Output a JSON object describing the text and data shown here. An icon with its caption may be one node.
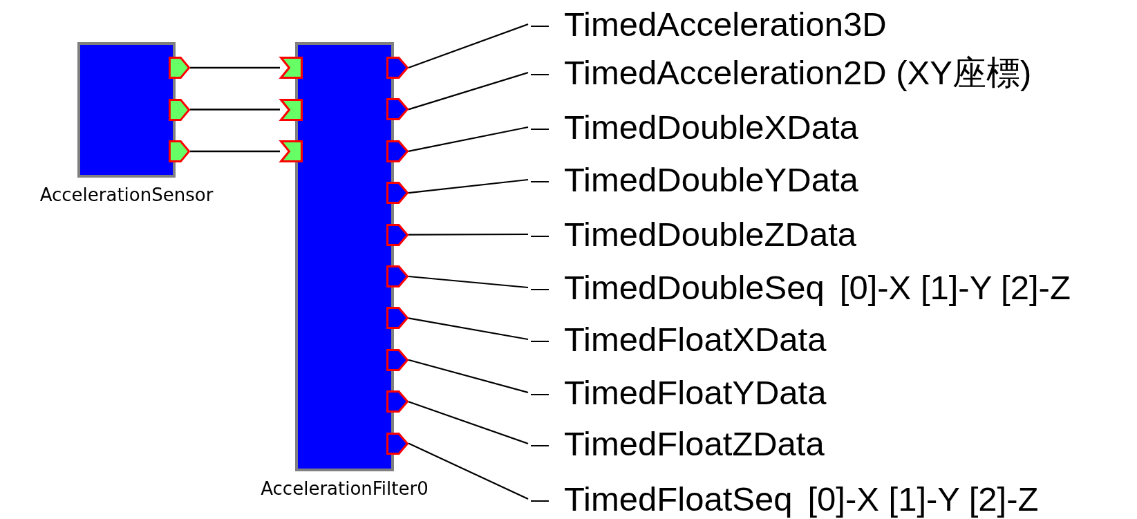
{
  "diagram": {
    "nodes": [
      {
        "text": [],
        "shape": "box",
        "beside": [
          "AccelerationSensor"
        ]
      },
      {
        "text": [],
        "shape": "pentagon"
      },
      {
        "text": [],
        "shape": "pentagon"
      },
      {
        "text": [],
        "shape": "pentagon"
      },
      {
        "text": [],
        "shape": "box",
        "beside": [
          "AccelerationFilter0"
        ]
      },
      {
        "text": [],
        "shape": "chevron"
      },
      {
        "text": [],
        "shape": "chevron"
      },
      {
        "text": [],
        "shape": "chevron"
      },
      {
        "text": [],
        "shape": "pentagon"
      },
      {
        "text": [],
        "shape": "pentagon"
      },
      {
        "text": [],
        "shape": "pentagon"
      },
      {
        "text": [],
        "shape": "pentagon"
      },
      {
        "text": [],
        "shape": "pentagon"
      },
      {
        "text": [],
        "shape": "pentagon"
      },
      {
        "text": [],
        "shape": "pentagon"
      },
      {
        "text": [],
        "shape": "pentagon"
      },
      {
        "text": [],
        "shape": "pentagon"
      },
      {
        "text": [],
        "shape": "pentagon"
      },
      {
        "text": [
          "TimedAcceleration3D"
        ]
      },
      {
        "text": [
          "TimedAcceleration2D (XY座標)"
        ]
      },
      {
        "text": [
          "TimedDoubleXData"
        ]
      },
      {
        "text": [
          "TimedDoubleYData"
        ]
      },
      {
        "text": [
          "TimedDoubleZData"
        ]
      },
      {
        "text": [
          "TimedDoubleSeq",
          "[0]-X [1]-Y [2]-Z"
        ]
      },
      {
        "text": [
          "TimedFloatXData"
        ]
      },
      {
        "text": [
          "TimedFloatYData"
        ]
      },
      {
        "text": [
          "TimedFloatZData"
        ]
      },
      {
        "text": [
          "TimedFloatSeq",
          "[0]-X [1]-Y [2]-Z"
        ]
      }
    ],
    "edges": [
      {
        "from": 1,
        "to": 5,
        "arrow": "none"
      },
      {
        "from": 2,
        "to": 6,
        "arrow": "none"
      },
      {
        "from": 3,
        "to": 7,
        "arrow": "none"
      },
      {
        "from": 18,
        "to": 8,
        "arrow": "none"
      },
      {
        "from": 19,
        "to": 9,
        "arrow": "none"
      },
      {
        "from": 20,
        "to": 10,
        "arrow": "none"
      },
      {
        "from": 21,
        "to": 11,
        "arrow": "none"
      },
      {
        "from": 22,
        "to": 12,
        "arrow": "none"
      },
      {
        "from": 23,
        "to": 13,
        "arrow": "none"
      },
      {
        "from": 24,
        "to": 14,
        "arrow": "none"
      },
      {
        "from": 25,
        "to": 15,
        "arrow": "none"
      },
      {
        "from": 26,
        "to": 16,
        "arrow": "none"
      },
      {
        "from": 27,
        "to": 17,
        "arrow": "none"
      }
    ]
  }
}
